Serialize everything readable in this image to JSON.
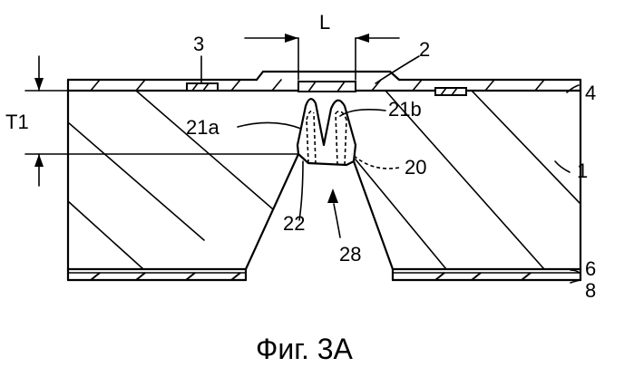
{
  "figure": {
    "caption": "Фиг. 3A",
    "dimension_labels": {
      "width": "L",
      "thickness": "T1"
    },
    "reference_labels": {
      "r1": "1",
      "r2": "2",
      "r3": "3",
      "r4": "4",
      "r6": "6",
      "r8": "8",
      "r20": "20",
      "r21a": "21a",
      "r21b": "21b",
      "r22": "22",
      "r28": "28"
    }
  }
}
